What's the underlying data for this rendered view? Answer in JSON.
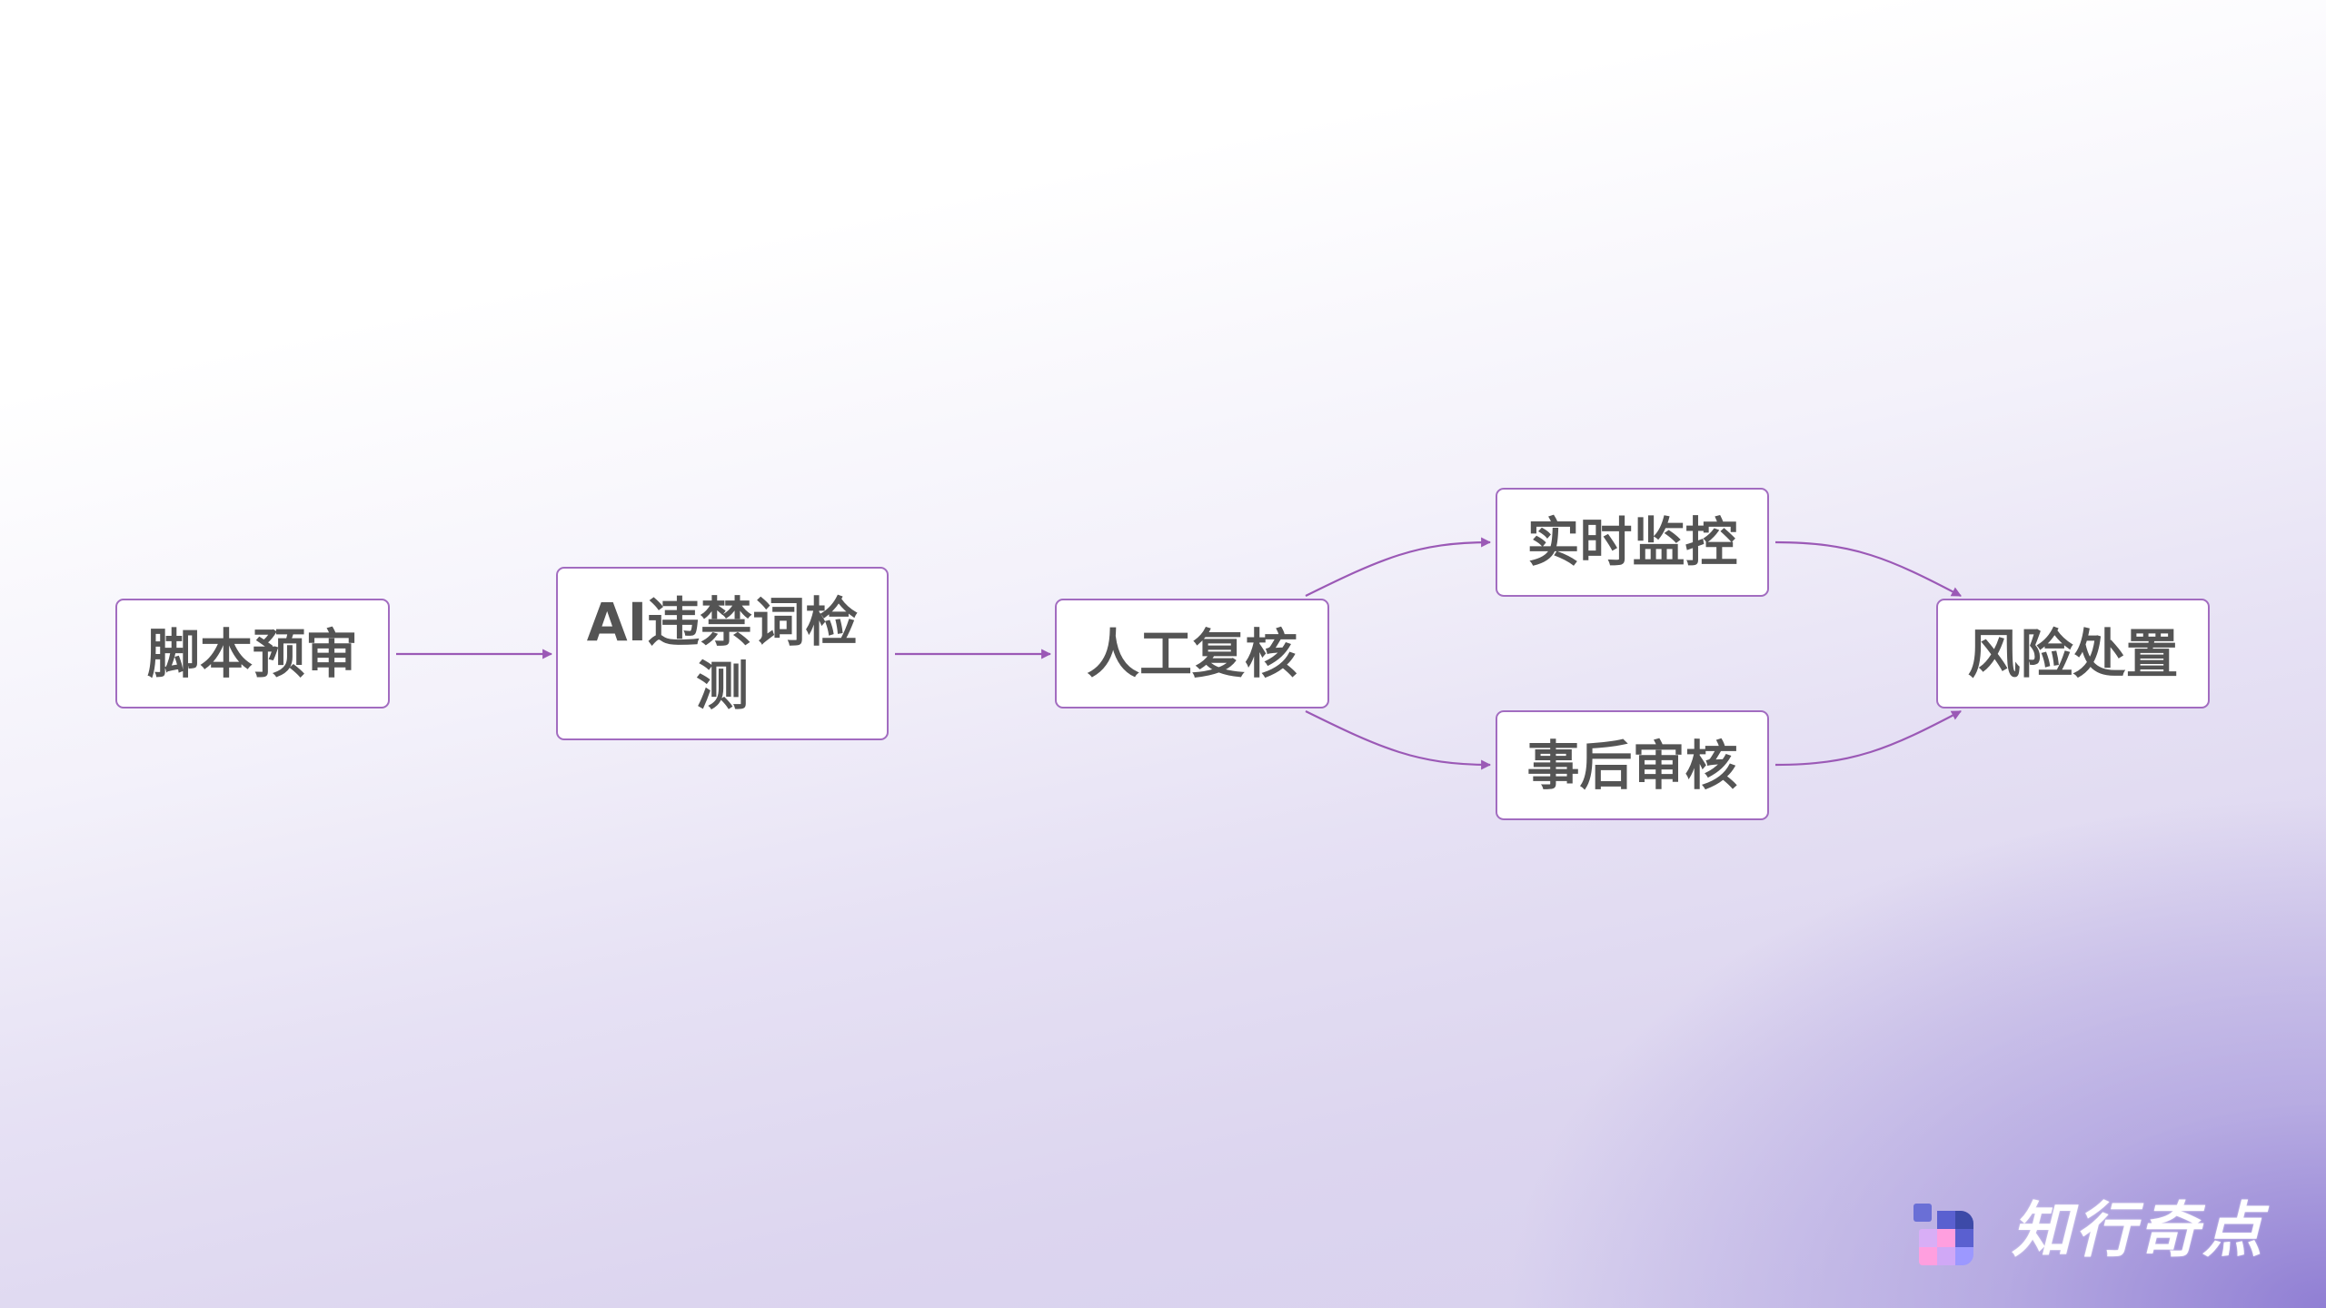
{
  "diagram": {
    "type": "flowchart",
    "direction": "left-to-right",
    "nodes": [
      {
        "id": "script_review",
        "label": "脚本预审"
      },
      {
        "id": "ai_detect",
        "label": "AI违禁词检测"
      },
      {
        "id": "manual_review",
        "label": "人工复核"
      },
      {
        "id": "realtime_monitor",
        "label": "实时监控"
      },
      {
        "id": "post_audit",
        "label": "事后审核"
      },
      {
        "id": "risk_handling",
        "label": "风险处置"
      }
    ],
    "edges": [
      {
        "from": "script_review",
        "to": "ai_detect"
      },
      {
        "from": "ai_detect",
        "to": "manual_review"
      },
      {
        "from": "manual_review",
        "to": "realtime_monitor"
      },
      {
        "from": "manual_review",
        "to": "post_audit"
      },
      {
        "from": "realtime_monitor",
        "to": "risk_handling"
      },
      {
        "from": "post_audit",
        "to": "risk_handling"
      }
    ]
  },
  "nodes": {
    "script_review": "脚本预审",
    "ai_detect_line1": "AI违禁词检",
    "ai_detect_line2": "测",
    "manual_review": "人工复核",
    "realtime_monitor": "实时监控",
    "post_audit": "事后审核",
    "risk_handling": "风险处置"
  },
  "colors": {
    "node_border": "#a26cc0",
    "edge": "#9b59b6",
    "node_text": "#545454",
    "node_fill": "#ffffff",
    "bg_top": "#ffffff",
    "bg_bottom_left": "#dcd6f0",
    "bg_bottom_right": "#9585d5"
  },
  "brand": {
    "logo_icon": "grid-squares-logo-icon",
    "name": "知行奇点"
  }
}
